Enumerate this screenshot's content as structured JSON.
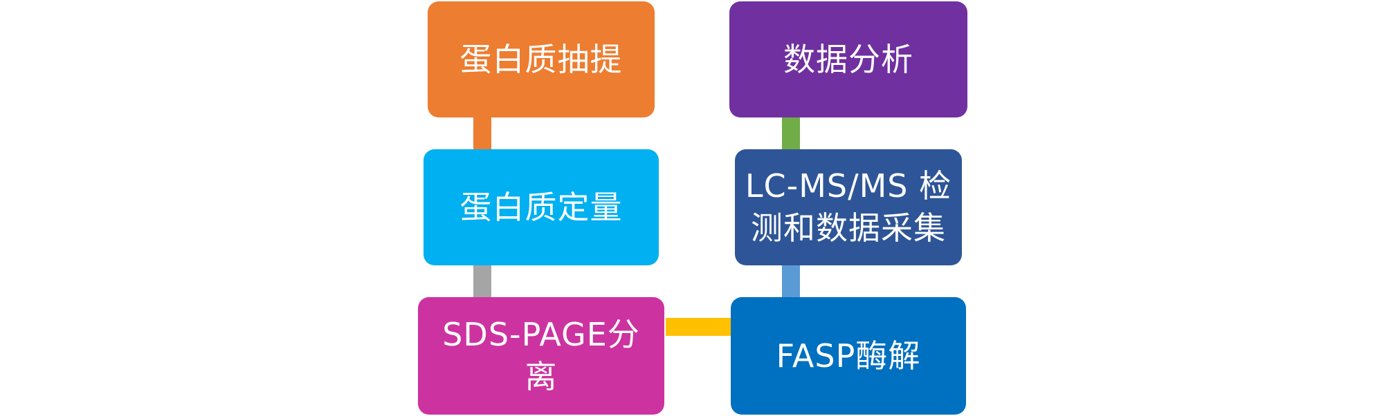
{
  "steps": [
    {
      "label": "蛋白质抽提",
      "color": "#ED7D31"
    },
    {
      "label": "蛋白质定量",
      "color": "#00B0F0"
    },
    {
      "label": "SDS-PAGE分离",
      "color": "#CC33A0"
    },
    {
      "label": "FASP酶解",
      "color": "#0070C0"
    },
    {
      "label": "LC-MS/MS 检\n测和数据采集",
      "color": "#2E5597"
    },
    {
      "label": "数据分析",
      "color": "#7030A0"
    }
  ],
  "connectors": [
    {
      "from": "蛋白质抽提",
      "to": "蛋白质定量",
      "color": "#ED7D31"
    },
    {
      "from": "蛋白质定量",
      "to": "SDS-PAGE分离",
      "color": "#A5A5A5"
    },
    {
      "from": "SDS-PAGE分离",
      "to": "FASP酶解",
      "color": "#FFC000"
    },
    {
      "from": "FASP酶解",
      "to": "LC-MS/MS 检测和数据采集",
      "color": "#5B9BD5"
    },
    {
      "from": "LC-MS/MS 检测和数据采集",
      "to": "数据分析",
      "color": "#70AD47"
    }
  ]
}
